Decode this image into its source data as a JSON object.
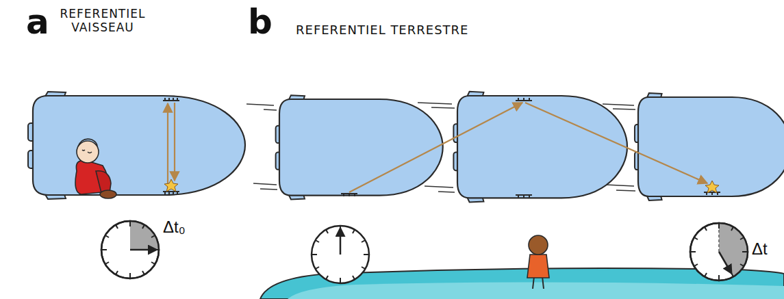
{
  "diagram": {
    "labels": [
      "a",
      "REFERENTIEL VAISSEAU",
      "b",
      "REFERENTIEL TERRESTRE",
      "Δt₀",
      "Δt"
    ]
  }
}
